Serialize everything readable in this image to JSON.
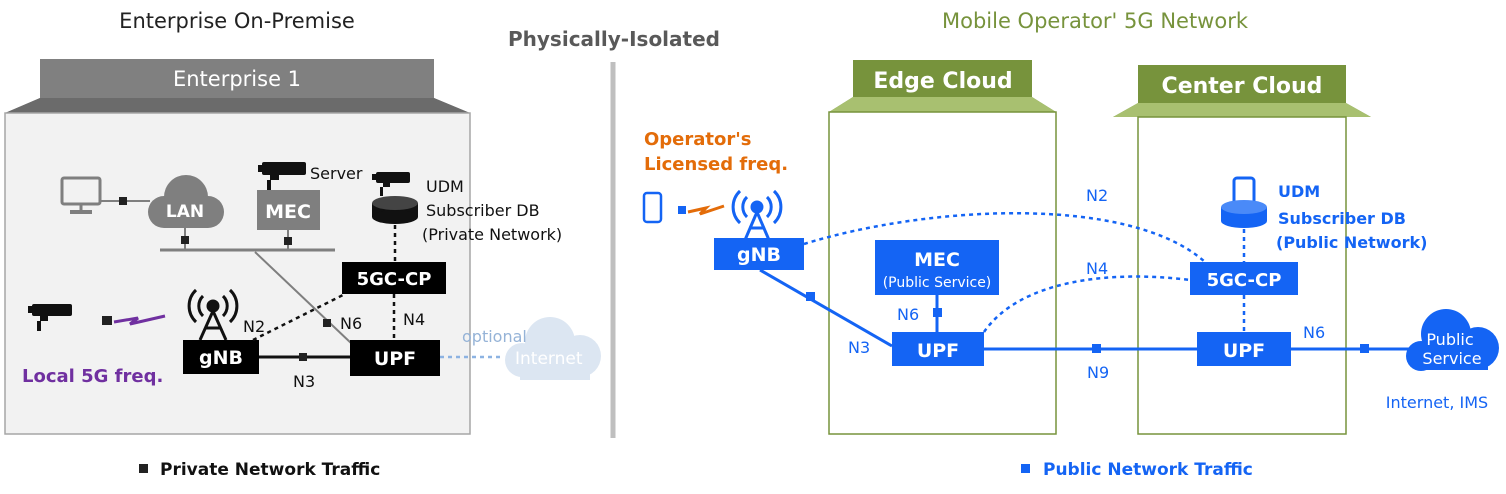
{
  "headings": {
    "enterprise_on_premise": "Enterprise On-Premise",
    "physically_isolated": "Physically-Isolated",
    "mobile_operator": "Mobile Operator' 5G Network"
  },
  "enterprise": {
    "banner": "Enterprise 1",
    "lan": "LAN",
    "mec": "MEC",
    "server": "Server",
    "udm": "UDM",
    "subscriber_db": "Subscriber DB",
    "private_network": "(Private Network)",
    "cp": "5GC-CP",
    "upf": "UPF",
    "gnb": "gNB",
    "n2": "N2",
    "n3": "N3",
    "n4": "N4",
    "n6": "N6",
    "local_freq": "Local 5G freq.",
    "optional": "optional",
    "internet": "Internet"
  },
  "operator": {
    "licensed_1": "Operator's",
    "licensed_2": "Licensed freq.",
    "gnb": "gNB",
    "edge_cloud": "Edge Cloud",
    "center_cloud": "Center Cloud",
    "mec": "MEC",
    "mec_sub": "(Public Service)",
    "n6_mec": "N6",
    "upf_edge": "UPF",
    "n3": "N3",
    "n2": "N2",
    "n4": "N4",
    "n9": "N9",
    "udm": "UDM",
    "subscriber_db": "Subscriber DB",
    "public_network": "(Public Network)",
    "cp": "5GC-CP",
    "upf_center": "UPF",
    "n6_center": "N6",
    "public_1": "Public",
    "public_2": "Service",
    "internet_ims": "Internet, IMS"
  },
  "legend": {
    "private": "Private Network Traffic",
    "public": "Public Network Traffic"
  },
  "colors": {
    "blue": "#1464f4",
    "green": "#77933c",
    "purple": "#7030a0",
    "orange": "#e36c09",
    "dark": "#000000",
    "grey_box": "#f2f2f2",
    "banner": "#808080"
  }
}
